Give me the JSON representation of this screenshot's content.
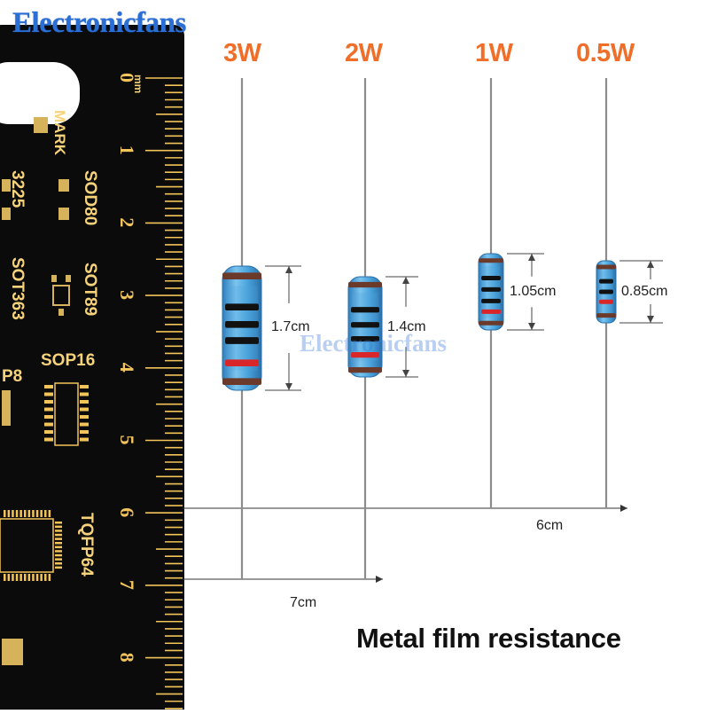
{
  "brand": "Electronicfans",
  "watermark": "Electronicfans",
  "caption": "Metal film resistance",
  "resistors": [
    {
      "power": "3W",
      "length": "1.7cm"
    },
    {
      "power": "2W",
      "length": "1.4cm"
    },
    {
      "power": "1W",
      "length": "1.05cm"
    },
    {
      "power": "0.5W",
      "length": "0.85cm"
    }
  ],
  "lead_lengths": {
    "group_large": "7cm",
    "group_small": "6cm"
  },
  "ruler": {
    "unit": "mm",
    "marks": [
      "0",
      "1",
      "2",
      "3",
      "4",
      "5",
      "6",
      "7",
      "8"
    ],
    "codes": [
      "3225",
      "SOD80",
      "SOT363",
      "SOT89",
      "SOP16",
      "P8",
      "TQFP64"
    ],
    "mark_text": "MARK"
  },
  "colors": {
    "body": "#4aa3dc",
    "band_dark": "#111111",
    "band_brown": "#6b3a2a",
    "band_red": "#d8262a",
    "power_label": "#ef6f2a",
    "ruler": "#0b0b0b",
    "ruler_print": "#f2c45a"
  }
}
